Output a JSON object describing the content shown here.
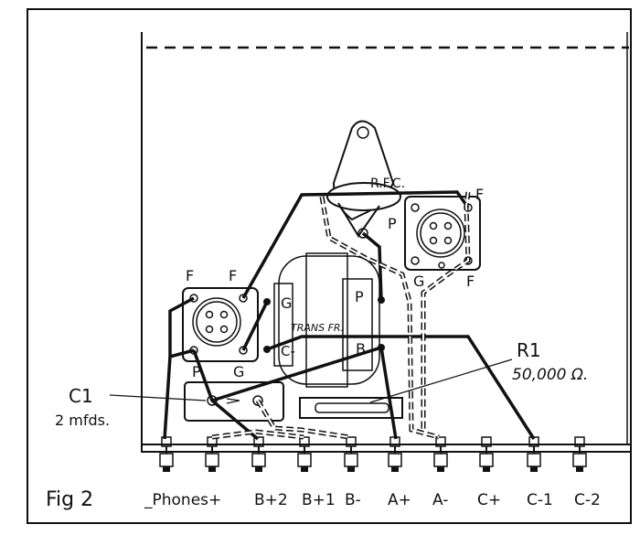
{
  "figure": {
    "title": "Fig 2",
    "terminals": [
      "_Phones+",
      "B+2",
      "B+1",
      "B-",
      "A+",
      "A-",
      "C+",
      "C-1",
      "C-2"
    ],
    "labels": {
      "rfc": "R.F.C.",
      "rfc_p": "P",
      "right_socket_f_top": "F",
      "right_socket_g": "G",
      "right_socket_f_bottom": "F",
      "left_socket_f1": "F",
      "left_socket_f2": "F",
      "left_socket_p": "P",
      "left_socket_g": "G",
      "trans_g": "G",
      "trans_p": "P",
      "trans_name": "TRANS FR.",
      "trans_c": "C-",
      "trans_b": "B",
      "r1_name": "R1",
      "r1_value": "50,000 Ω.",
      "c1_name": "C1",
      "c1_value": "2 mfds."
    }
  }
}
